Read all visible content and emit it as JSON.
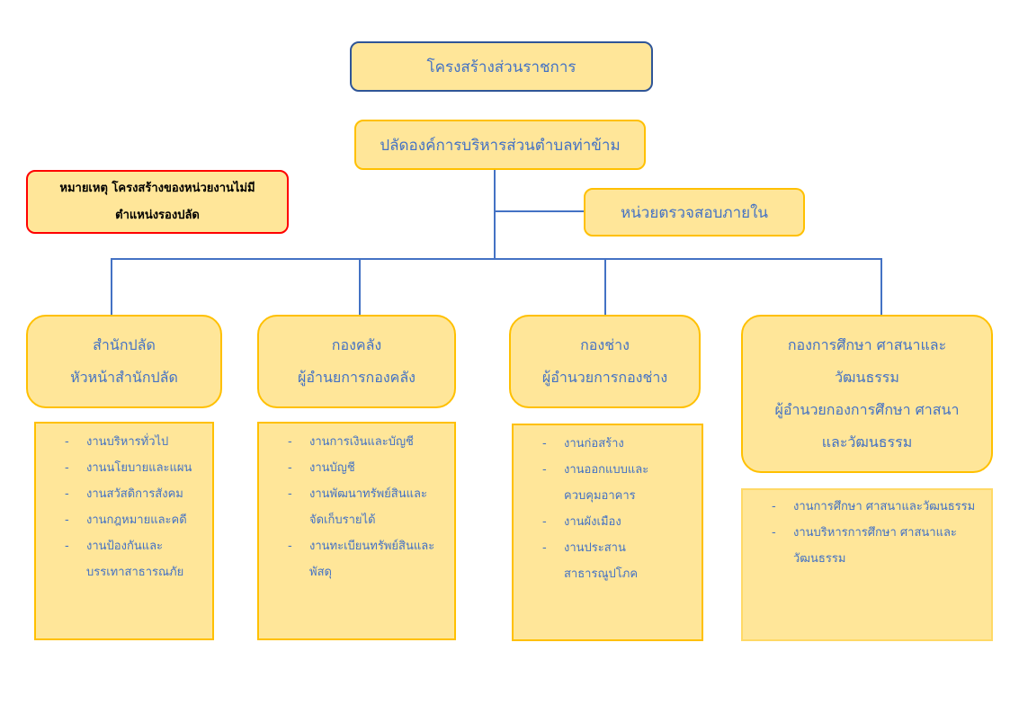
{
  "title": "โครงสร้างส่วนราชการ",
  "head": "ปลัดองค์การบริหารส่วนตำบลท่าข้าม",
  "note": [
    "หมายเหตุ โครงสร้างของหน่วยงานไม่มี",
    "ตำแหน่งรองปลัด"
  ],
  "audit": "หน่วยตรวจสอบภายใน",
  "departments": [
    {
      "lines": [
        "สำนักปลัด",
        "หัวหน้าสำนักปลัด"
      ],
      "tasks": [
        [
          "งานบริหารทั่วไป"
        ],
        [
          "งานนโยบายและแผน"
        ],
        [
          "งานสวัสดิการสังคม"
        ],
        [
          "งานกฎหมายและคดี"
        ],
        [
          "งานป้องกันและ",
          "บรรเทาสาธารณภัย"
        ]
      ]
    },
    {
      "lines": [
        "กองคลัง",
        "ผู้อำนยการกองคลัง"
      ],
      "tasks": [
        [
          "งานการเงินและบัญชี"
        ],
        [
          "งานบัญชี"
        ],
        [
          "งานพัฒนาทรัพย์สินและ",
          "จัดเก็บรายได้"
        ],
        [
          "งานทะเบียนทรัพย์สินและ",
          "พัสดุ"
        ]
      ]
    },
    {
      "lines": [
        "กองช่าง",
        "ผู้อำนวยการกองช่าง"
      ],
      "tasks": [
        [
          "งานก่อสร้าง"
        ],
        [
          "งานออกแบบและ",
          "ควบคุมอาคาร"
        ],
        [
          "งานผังเมือง"
        ],
        [
          "งานประสาน",
          "สาธารณูปโภค"
        ]
      ]
    },
    {
      "lines": [
        "กองการศึกษา ศาสนาและ",
        "วัฒนธรรม",
        "ผู้อำนวยกองการศึกษา ศาสนา",
        "และวัฒนธรรม"
      ],
      "tasks": [
        [
          "งานการศึกษา ศาสนาและวัฒนธรรม"
        ],
        [
          "งานบริหารการศึกษา ศาสนาและ",
          "วัฒนธรรม"
        ]
      ]
    }
  ],
  "bullet": "-",
  "colors": {
    "fill": "#FFE699",
    "border": "#FFC000",
    "text": "#4472C4",
    "title_border": "#2F5597",
    "note_border": "#FF0000"
  }
}
